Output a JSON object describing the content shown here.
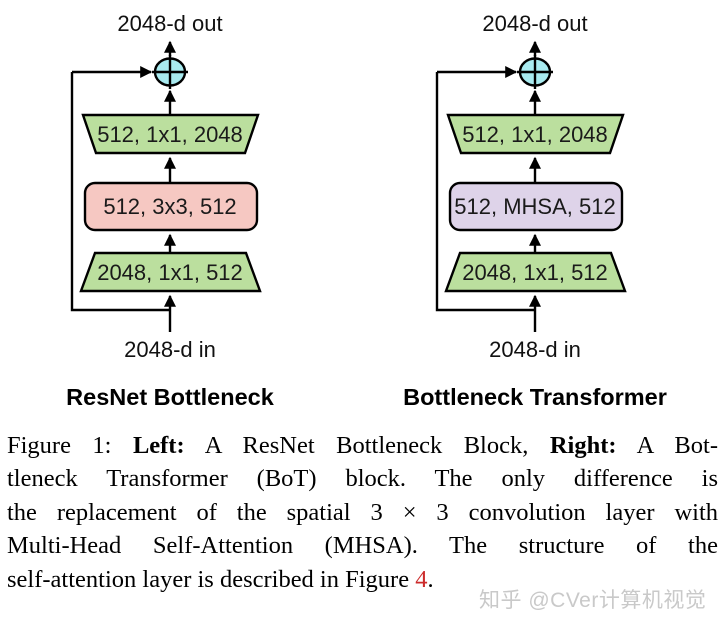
{
  "figure": {
    "type": "paper-figure",
    "description_visible": "Two bottleneck block diagrams compared side by side"
  },
  "colors": {
    "background": "#ffffff",
    "conv_green": "#bbdf9e",
    "conv_pink": "#f6c8c2",
    "mhsa_purple": "#ded3e9",
    "add_circle_cyan": "#a9ebf0",
    "line_black": "#000000",
    "figure_ref_red": "#cc2c2c",
    "watermark_gray": "#c9c9c9"
  },
  "panels": [
    {
      "id": "resnet-bottleneck",
      "top_label": "2048-d out",
      "bottom_label": "2048-d in",
      "title": "ResNet Bottleneck",
      "add_symbol": "circle-plus",
      "blocks": [
        {
          "shape": "trapezoid-wide-top",
          "label": "512, 1x1, 2048",
          "fill": "#bbdf9e"
        },
        {
          "shape": "rounded-rect",
          "label": "512, 3x3, 512",
          "fill": "#f6c8c2"
        },
        {
          "shape": "trapezoid-wide-bottom",
          "label": "2048, 1x1, 512",
          "fill": "#bbdf9e"
        }
      ]
    },
    {
      "id": "bottleneck-transformer",
      "top_label": "2048-d out",
      "bottom_label": "2048-d in",
      "title": "Bottleneck Transformer",
      "add_symbol": "circle-plus",
      "blocks": [
        {
          "shape": "trapezoid-wide-top",
          "label": "512, 1x1, 2048",
          "fill": "#bbdf9e"
        },
        {
          "shape": "rounded-rect",
          "label": "512, MHSA, 512",
          "fill": "#ded3e9"
        },
        {
          "shape": "trapezoid-wide-bottom",
          "label": "2048, 1x1, 512",
          "fill": "#bbdf9e"
        }
      ]
    }
  ],
  "caption": {
    "line1": {
      "a": "Figure 1: ",
      "b": "Left:",
      "c": " A ResNet Bottleneck Block, ",
      "d": "Right:",
      "e": " A Bot-"
    },
    "line2": "tleneck Transformer (BoT) block.  The only difference is",
    "line3": "the replacement of the spatial 3 × 3 convolution layer with",
    "line4": "Multi-Head Self-Attention (MHSA). The structure of the",
    "line5": {
      "a": "self-attention layer is described in Figure ",
      "b": "4",
      "c": "."
    }
  },
  "watermark": {
    "text": "知乎 @CVer计算机视觉"
  }
}
